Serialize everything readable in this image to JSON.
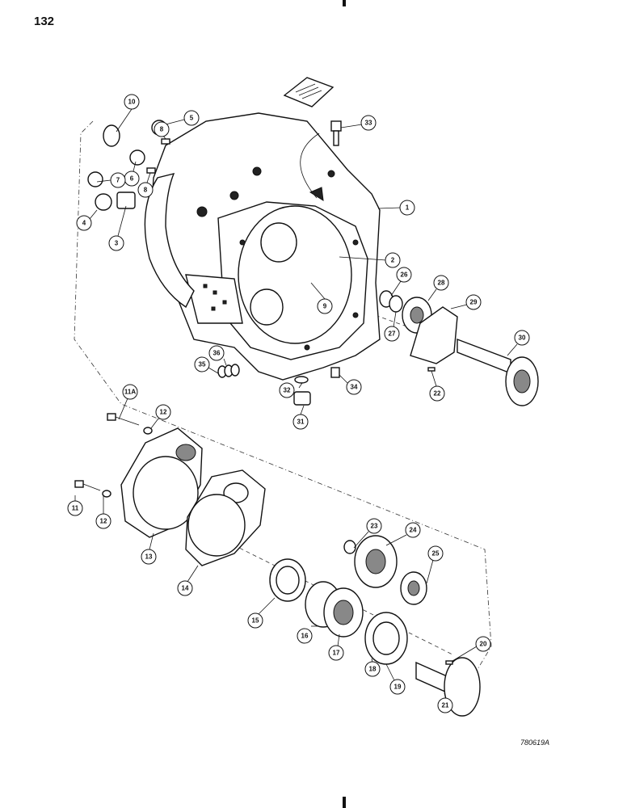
{
  "page": {
    "number": "132",
    "drawing_code": "780619A"
  },
  "callouts": [
    "1",
    "2",
    "3",
    "4",
    "5",
    "6",
    "7",
    "8",
    "8",
    "9",
    "10",
    "11",
    "11A",
    "12",
    "12",
    "13",
    "14",
    "15",
    "16",
    "17",
    "18",
    "19",
    "20",
    "21",
    "22",
    "23",
    "24",
    "25",
    "26",
    "27",
    "28",
    "29",
    "30",
    "31",
    "32",
    "33",
    "34",
    "35",
    "36"
  ],
  "nameplate": {
    "icon": "id-plate-icon"
  }
}
